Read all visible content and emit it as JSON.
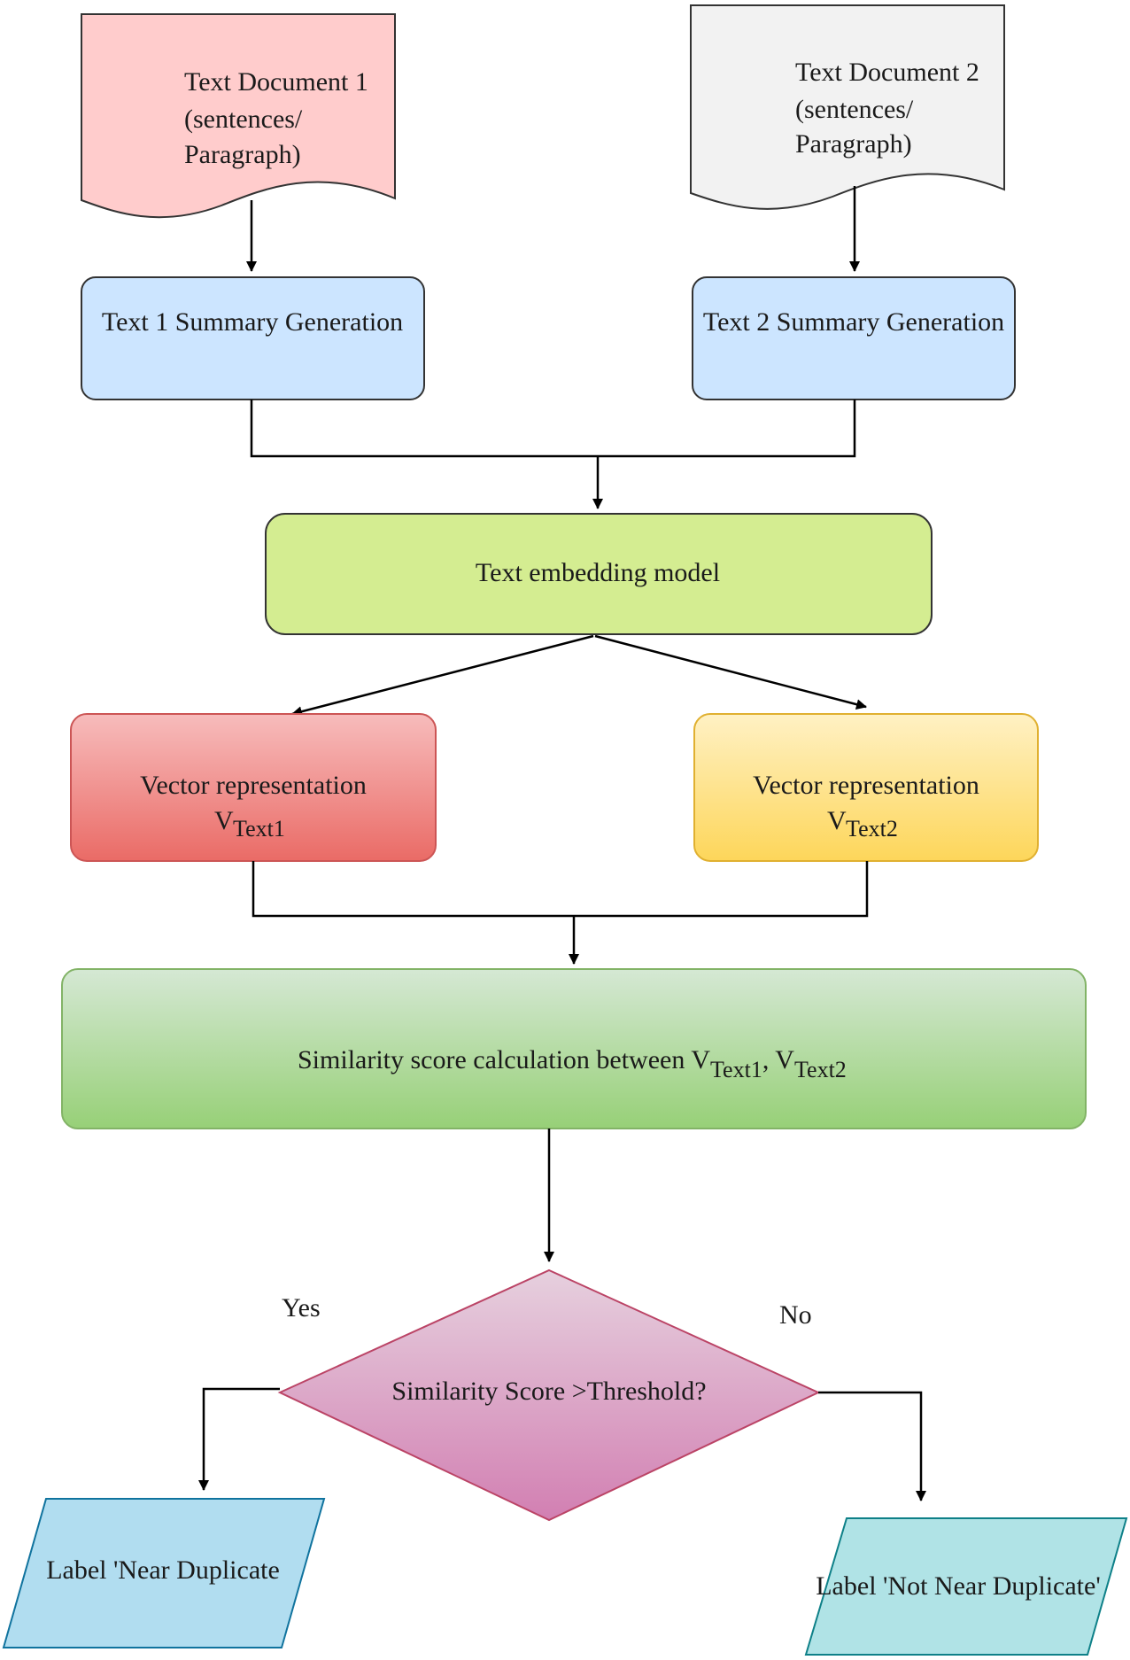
{
  "doc1": {
    "line1": "Text  Document 1",
    "line2": "(sentences/",
    "line3": "Paragraph)"
  },
  "doc2": {
    "line1": "Text Document  2",
    "line2": "(sentences/",
    "line3": "Paragraph)"
  },
  "summary1": {
    "label": "Text 1 Summary Generation"
  },
  "summary2": {
    "label": "Text 2  Summary Generation"
  },
  "embedding": {
    "label": "Text embedding model"
  },
  "vector1": {
    "title": "Vector representation",
    "symbol": "V",
    "subscript": "Text1"
  },
  "vector2": {
    "title": "Vector representation",
    "symbol": "V",
    "subscript": "Text2"
  },
  "similarity": {
    "prefix": "Similarity score calculation between ",
    "symbol1": "V",
    "sub1": "Text1",
    "sep": ", ",
    "symbol2": "V",
    "sub2": "Text2"
  },
  "decision": {
    "label": "Similarity Score >Threshold?",
    "yes_label": "Yes",
    "no_label": "No"
  },
  "out_yes": {
    "label": "Label 'Near Duplicate"
  },
  "out_no": {
    "label": "Label 'Not Near Duplicate'"
  },
  "colors": {
    "doc1_fill": "#ffcccc",
    "doc2_fill": "#f2f2f2",
    "summary_fill": "#cce5ff",
    "embedding_fill": "#d4ed91",
    "vector1_top": "#f7bcbc",
    "vector1_bottom": "#ea6b66",
    "vector2_top": "#fff1c4",
    "vector2_bottom": "#fdd65a",
    "similarity_top": "#d5e8d4",
    "similarity_bottom": "#97d077",
    "decision_top": "#e6d0de",
    "decision_bottom": "#d27fb2",
    "out_yes_fill": "#b1ddf0",
    "out_no_fill": "#b0e3e6"
  }
}
